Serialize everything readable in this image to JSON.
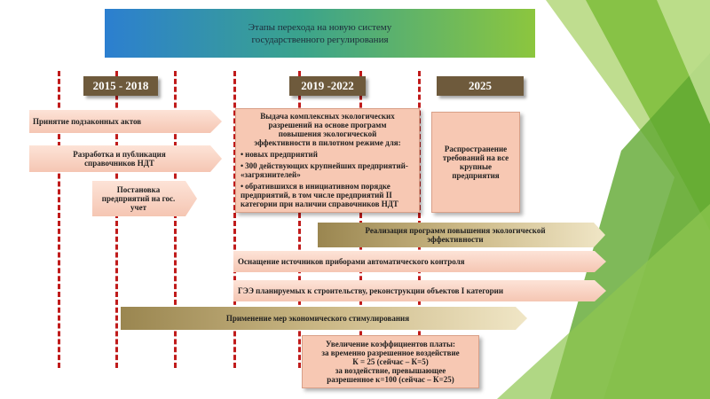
{
  "title": {
    "line1": "Этапы перехода на новую систему",
    "line2": "государственного регулирования"
  },
  "years": [
    "2015 - 2018",
    "2019 -2022",
    "2025"
  ],
  "arrows": {
    "a1": "Принятие подзаконных актов",
    "a2_line1": "Разработка и публикация",
    "a2_line2": "справочников НДТ",
    "a3_line1": "Постановка",
    "a3_line2": "предприятий на гос.",
    "a3_line3": "учет",
    "a4_line1": "Реализация программ повышения экологической",
    "a4_line2": "эффективности",
    "a5": "Оснащение источников приборами автоматического контроля",
    "a6": "ГЭЭ планируемых к строительству, реконструкции объектов I категории",
    "a7": "Применение мер экономического стимулирования"
  },
  "permits_box": {
    "lead_line1": "Выдача комплексных экологических",
    "lead_line2": "разрешений на основе программ",
    "lead_line3": "повышения экологической",
    "lead_line4": "эффективности в пилотном режиме для:",
    "bullets": [
      "новых предприятий",
      "300 действующих крупнейших предприятий- «загрязнителей»",
      "обратившихся в инициативном порядке предприятий, в том числе предприятий II категории при наличии справочников НДТ"
    ]
  },
  "spread_box": {
    "line1": "Распространение",
    "line2": "требований на все",
    "line3": "крупные",
    "line4": "предприятия"
  },
  "fee_box": {
    "line1": "Увеличение коэффициентов платы:",
    "line2": "за временно разрешенное воздействие",
    "line3": "К = 25 (сейчас – К=5)",
    "line4": "за воздействие, превышающее",
    "line5": "разрешенное к=100 (сейчас – К=25)"
  }
}
